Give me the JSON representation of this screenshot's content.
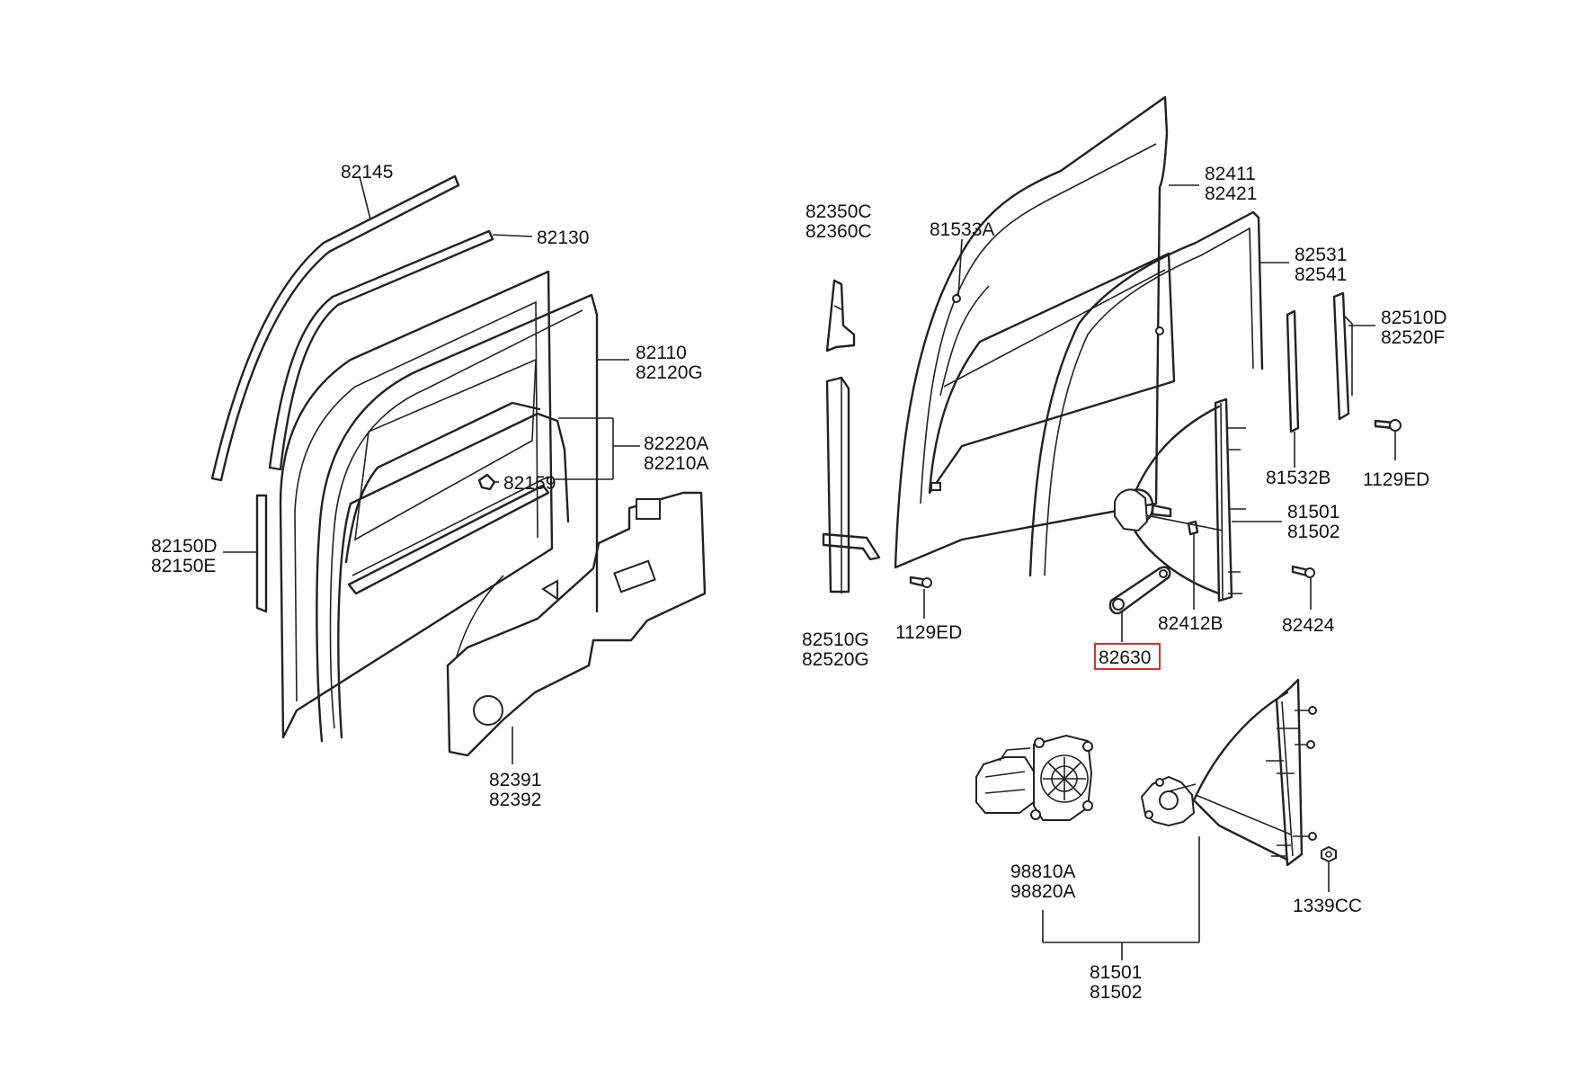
{
  "labels": {
    "p82145": "82145",
    "p82130": "82130",
    "p82110": "82110",
    "p82120G": "82120G",
    "p82220A": "82220A",
    "p82210A": "82210A",
    "p82159": "82159",
    "p82150D": "82150D",
    "p82150E": "82150E",
    "p82391": "82391",
    "p82392": "82392",
    "p82350C": "82350C",
    "p82360C": "82360C",
    "p81533A": "81533A",
    "p82411": "82411",
    "p82421": "82421",
    "p82531": "82531",
    "p82541": "82541",
    "p82510D": "82510D",
    "p82520F": "82520F",
    "p81532B": "81532B",
    "p1129ED_r": "1129ED",
    "p81501_a": "81501",
    "p81502_a": "81502",
    "p82412B": "82412B",
    "p82424": "82424",
    "p82630": "82630",
    "p82510G": "82510G",
    "p82520G": "82520G",
    "p1129ED_m": "1129ED",
    "p98810A": "98810A",
    "p98820A": "98820A",
    "p1339CC": "1339CC",
    "p81501_b": "81501",
    "p81502_b": "81502"
  },
  "highlight_color": "#d93030"
}
